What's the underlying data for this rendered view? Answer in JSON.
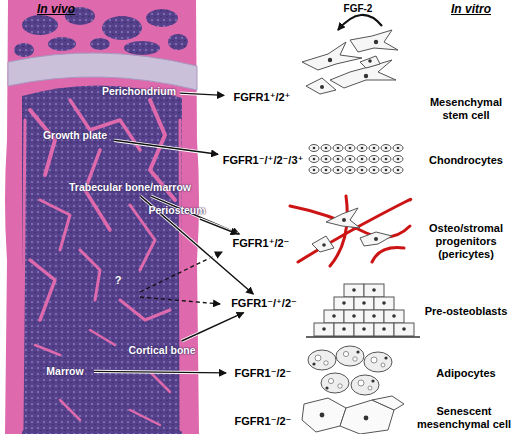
{
  "diagram": {
    "nodes": [
      {
        "text": [
          "Perichondrium"
        ]
      },
      {
        "text": [
          "FGFR1⁺/2⁺"
        ]
      },
      {
        "text": [
          "Growth plate"
        ]
      },
      {
        "text": [
          "FGFR1⁻/⁺/2⁻/3⁺"
        ]
      },
      {
        "text": [
          "Trabecular bone/marrow"
        ]
      },
      {
        "text": [
          "Periosteum"
        ]
      },
      {
        "text": [
          "FGFR1⁺/2⁻"
        ]
      },
      {
        "text": [
          "FGFR1⁻/⁺/2⁻"
        ]
      },
      {
        "text": [
          "Cortical bone"
        ]
      },
      {
        "text": [
          "Marrow"
        ]
      },
      {
        "text": [
          "FGFR1⁻/2⁻"
        ]
      },
      {
        "text": [
          "FGFR1⁻/2⁻"
        ]
      }
    ],
    "edges": [
      {
        "from": 0,
        "to": 1,
        "arrow": "to"
      },
      {
        "from": 2,
        "to": 3,
        "arrow": "to"
      },
      {
        "from": 4,
        "to": 6,
        "arrow": "to"
      },
      {
        "from": 5,
        "to": 6,
        "arrow": "to"
      },
      {
        "from": 4,
        "to": 7,
        "arrow": "to"
      },
      {
        "from": 8,
        "to": 7,
        "arrow": "to"
      },
      {
        "from": 9,
        "to": 10,
        "arrow": "to"
      }
    ],
    "labels": [
      "In vivo",
      "In vitro",
      "FGF-2",
      "?",
      "Mesenchymal stem cell",
      "Chondrocytes",
      "Osteo/stromal progenitors (pericytes)",
      "Pre-osteoblasts",
      "Adipocytes",
      "Senescent mesenchymal cell"
    ]
  }
}
